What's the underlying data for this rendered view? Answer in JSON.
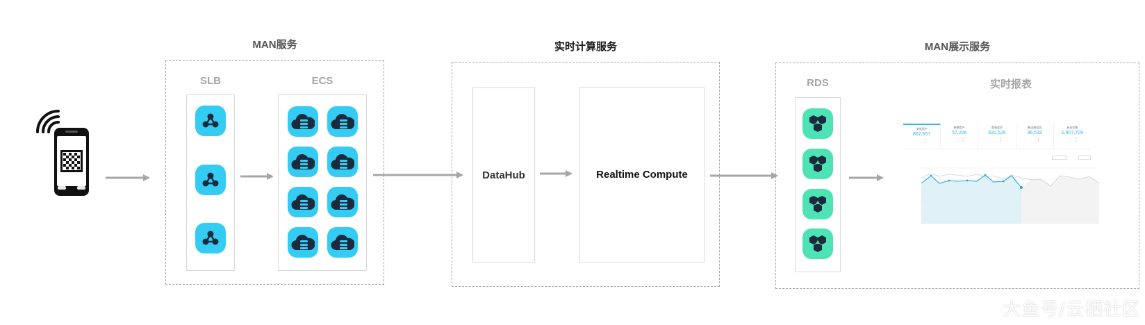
{
  "sections": {
    "man": {
      "title": "MAN服务",
      "slb_label": "SLB",
      "ecs_label": "ECS"
    },
    "realtime": {
      "title": "实时计算服务",
      "datahub_label": "DataHub",
      "compute_label": "Realtime Compute"
    },
    "display": {
      "title": "MAN展示服务",
      "rds_label": "RDS",
      "report_label": "实时报表"
    }
  },
  "report": {
    "kpis": [
      {
        "label": "浏览用户",
        "value": "867,657"
      },
      {
        "label": "新增用户",
        "value": "57,206"
      },
      {
        "label": "登录会员",
        "value": "620,526"
      },
      {
        "label": "新注册会员",
        "value": "36,518"
      },
      {
        "label": "启动次数",
        "value": "1,907,709"
      }
    ]
  },
  "icons": {
    "phone": "mobile-phone-qr-icon",
    "slb": "load-balancer-icon",
    "ecs": "cloud-server-icon",
    "rds": "database-hexagon-icon"
  },
  "colors": {
    "blue_tile": "#34ccf3",
    "green_tile": "#4ee3b4",
    "arrow": "#a6a6a6",
    "dashed_border": "#a6a6a6"
  },
  "watermark": "大鱼号/云栖社区"
}
